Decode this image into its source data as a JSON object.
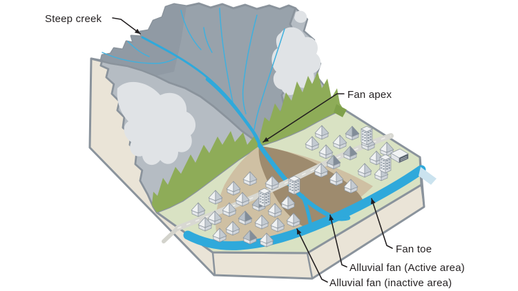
{
  "diagram": {
    "type": "alluvial-fan-block-diagram",
    "labels": {
      "steep_creek": "Steep creek",
      "fan_apex": "Fan apex",
      "fan_toe": "Fan toe",
      "alluvial_active": "Alluvial fan (Active area)",
      "alluvial_inactive": "Alluvial fan (inactive area)"
    },
    "colors": {
      "creek": "#2FA9DB",
      "creek_thin": "#3FB0DE",
      "basin": "#98A2AB",
      "basin_dark": "#909AA4",
      "mountain": "#B5BCC3",
      "snow": "#E0E3E6",
      "vegetation": "#8EAC58",
      "vegetation_dark": "#7FA04A",
      "plain": "#D9E2C3",
      "fan_inactive": "#CFC0A3",
      "fan_active": "#9E8B6E",
      "block_side": "#EAE4D7",
      "outline": "#8A939C",
      "road": "#D8D8D2",
      "road_dash": "#EFEFEA",
      "river_spill": "#CBE3EF",
      "label_text": "#231F20"
    }
  }
}
